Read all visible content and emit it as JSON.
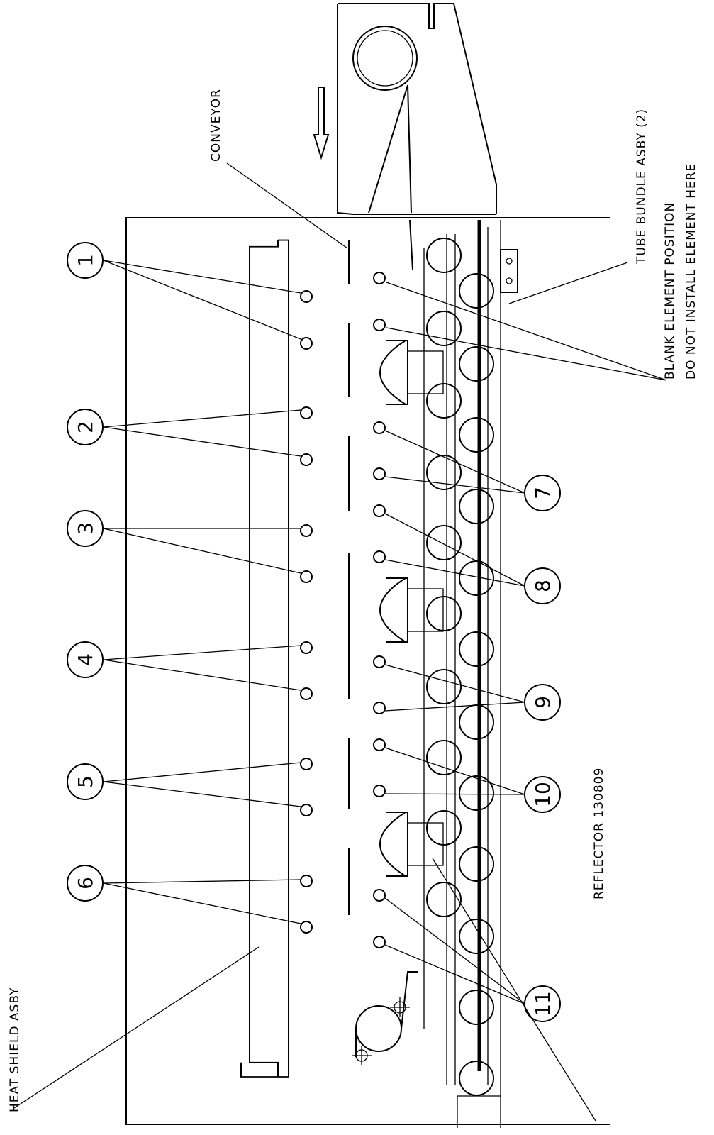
{
  "labels": {
    "conveyor": "CONVEYOR",
    "tube_bundle": "TUBE BUNDLE ASBY (2)",
    "blank_line1": "BLANK ELEMENT POSITION",
    "blank_line2": "DO NOT INSTALL ELEMENT HERE",
    "reflector": "REFLECTOR 130809",
    "heat_shield": "HEAT SHIELD ASBY"
  },
  "callouts": {
    "top": [
      "1",
      "2",
      "3",
      "4",
      "5",
      "6"
    ],
    "bottom": [
      "7",
      "8",
      "9",
      "10",
      "11"
    ]
  }
}
